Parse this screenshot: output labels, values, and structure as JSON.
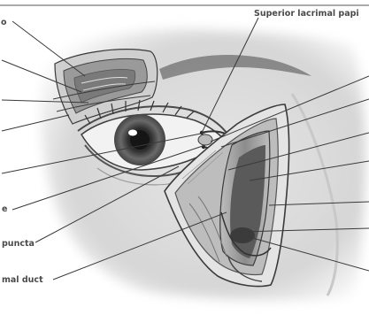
{
  "diagram": {
    "labels": {
      "superior_papilla": "Superior lacrimal papi",
      "top_left_fragment": "o",
      "left_fragment": "e",
      "puncta": "puncta",
      "duct": "mal duct"
    },
    "colors": {
      "line": "#3a3a3a",
      "shade_dark": "#5a5a5a",
      "shade_mid": "#9a9a9a",
      "shade_light": "#d2d2d2",
      "paper": "#ffffff"
    }
  }
}
